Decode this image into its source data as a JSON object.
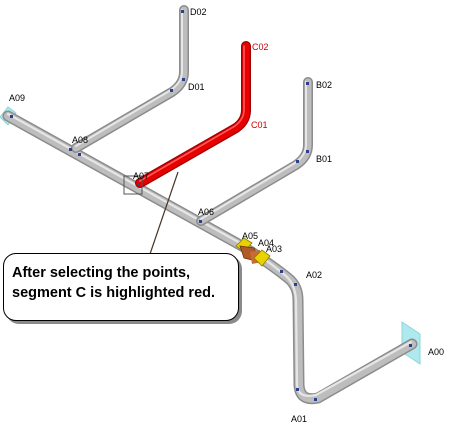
{
  "colors": {
    "pipe": "#b4b4b4",
    "pipe_highlight": "#e60000",
    "anchor": "#aee9ee",
    "label_default": "#000000",
    "label_highlight": "#cc0000",
    "valve": "#b05a28",
    "collar": "#e8d200",
    "point": "#2b3f8c"
  },
  "labels": {
    "D02": "D02",
    "D01": "D01",
    "C02": "C02",
    "C01": "C01",
    "B02": "B02",
    "B01": "B01",
    "A09": "A09",
    "A08": "A08",
    "A07": "A07",
    "A06": "A06",
    "A05": "A05",
    "A04": "A04",
    "A03": "A03",
    "A02": "A02",
    "A01": "A01",
    "A00": "A00"
  },
  "callout": {
    "line1": "After selecting the points,",
    "line2": "segment C is highlighted red."
  }
}
